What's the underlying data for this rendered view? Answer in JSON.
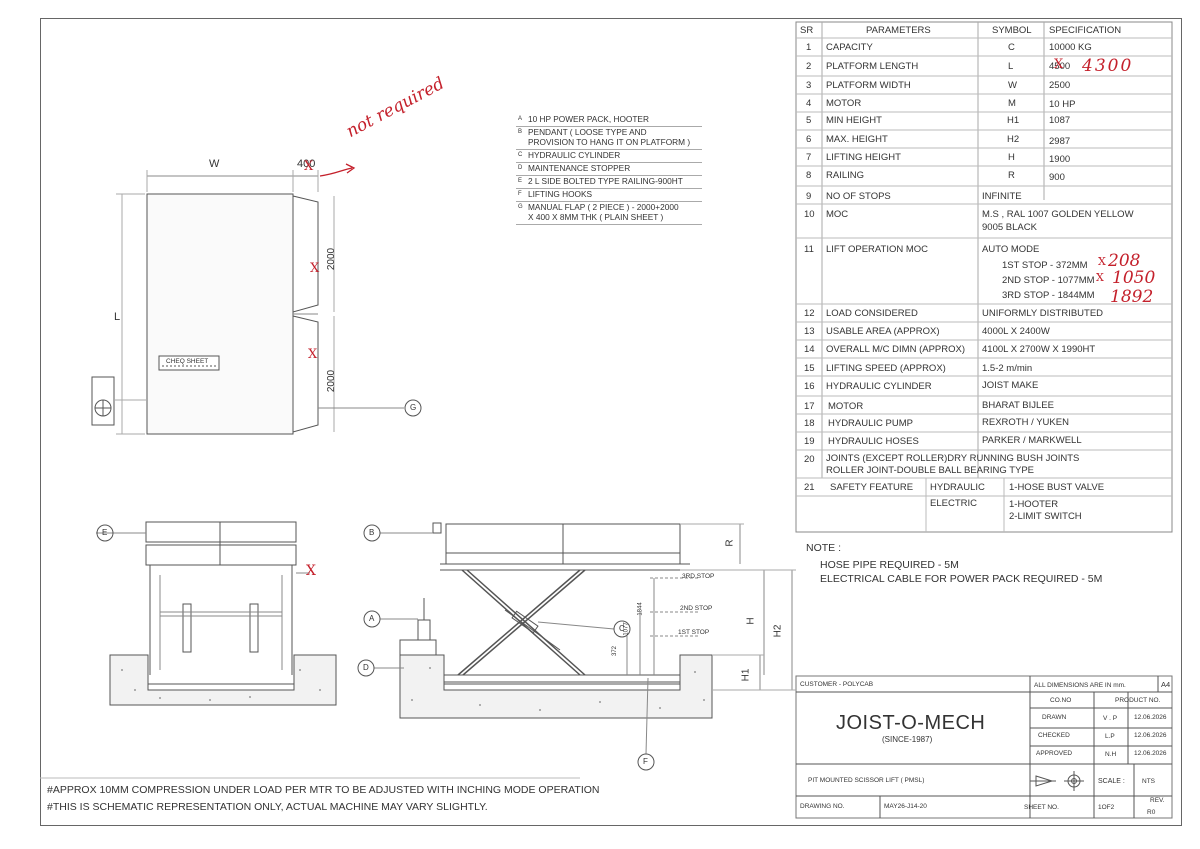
{
  "spec_table": {
    "headers": {
      "sr": "SR",
      "parameter": "PARAMETERS",
      "symbol": "SYMBOL",
      "spec": "SPECIFICATION"
    },
    "rows": [
      {
        "sr": "1",
        "param": "CAPACITY",
        "symbol": "C",
        "spec": "10000 KG"
      },
      {
        "sr": "2",
        "param": "PLATFORM LENGTH",
        "symbol": "L",
        "spec": "4500"
      },
      {
        "sr": "3",
        "param": "PLATFORM WIDTH",
        "symbol": "W",
        "spec": "2500"
      },
      {
        "sr": "4",
        "param": "MOTOR",
        "symbol": "M",
        "spec": "10 HP"
      },
      {
        "sr": "5",
        "param": "MIN HEIGHT",
        "symbol": "H1",
        "spec": "1087"
      },
      {
        "sr": "6",
        "param": "MAX. HEIGHT",
        "symbol": "H2",
        "spec": "2987"
      },
      {
        "sr": "7",
        "param": "LIFTING HEIGHT",
        "symbol": "H",
        "spec": "1900"
      },
      {
        "sr": "8",
        "param": "RAILING",
        "symbol": "R",
        "spec": "900"
      },
      {
        "sr": "9",
        "param": "NO OF STOPS",
        "symbol": "",
        "spec": "INFINITE"
      },
      {
        "sr": "10",
        "param": "MOC",
        "symbol": "",
        "spec": "M.S , RAL 1007 GOLDEN YELLOW",
        "spec2": "9005 BLACK"
      },
      {
        "sr": "11",
        "param": "LIFT OPERATION MOC",
        "symbol": "",
        "spec": "AUTO MODE",
        "stops": [
          "1ST STOP - 372MM",
          "2ND STOP - 1077MM",
          "3RD STOP - 1844MM"
        ]
      },
      {
        "sr": "12",
        "param": "LOAD CONSIDERED",
        "symbol": "",
        "spec": "UNIFORMLY DISTRIBUTED"
      },
      {
        "sr": "13",
        "param": "USABLE AREA (APPROX)",
        "symbol": "",
        "spec": "4000L X 2400W"
      },
      {
        "sr": "14",
        "param": "OVERALL M/C DIMN (APPROX)",
        "symbol": "",
        "spec": "4100L X 2700W X 1990HT"
      },
      {
        "sr": "15",
        "param": "LIFTING SPEED (APPROX)",
        "symbol": "",
        "spec": "1.5-2 m/min"
      },
      {
        "sr": "16",
        "param": "HYDRAULIC CYLINDER",
        "symbol": "",
        "spec": "JOIST MAKE"
      },
      {
        "sr": "17",
        "param": "MOTOR",
        "symbol": "",
        "spec": "BHARAT BIJLEE"
      },
      {
        "sr": "18",
        "param": "HYDRAULIC PUMP",
        "symbol": "",
        "spec": "REXROTH / YUKEN"
      },
      {
        "sr": "19",
        "param": "HYDRAULIC HOSES",
        "symbol": "",
        "spec": "PARKER / MARKWELL"
      },
      {
        "sr": "20",
        "param": "JOINTS (EXCEPT ROLLER)DRY RUNNING BUSH JOINTS",
        "param2": "ROLLER JOINT-DOUBLE BALL BEARING TYPE",
        "symbol": "",
        "spec": ""
      },
      {
        "sr": "21",
        "param": "SAFETY FEATURE",
        "sub1": "HYDRAULIC",
        "sub2": "ELECTRIC",
        "spec": "1-HOSE BUST VALVE",
        "spec2": "1-HOOTER",
        "spec3": "2-LIMIT SWITCH"
      }
    ]
  },
  "note": {
    "title": "NOTE :",
    "lines": [
      "HOSE PIPE REQUIRED - 5M",
      "ELECTRICAL CABLE FOR POWER PACK REQUIRED - 5M"
    ]
  },
  "callouts": [
    {
      "key": "A",
      "text": "10 HP POWER PACK, HOOTER"
    },
    {
      "key": "B",
      "text": "PENDANT ( LOOSE TYPE AND",
      "text2": "PROVISION TO HANG IT ON PLATFORM )"
    },
    {
      "key": "C",
      "text": "HYDRAULIC CYLINDER"
    },
    {
      "key": "D",
      "text": "MAINTENANCE STOPPER"
    },
    {
      "key": "E",
      "text": "2 L SIDE BOLTED TYPE RAILING-900HT"
    },
    {
      "key": "F",
      "text": "LIFTING HOOKS"
    },
    {
      "key": "G",
      "text": "MANUAL FLAP ( 2 PIECE ) - 2000+2000",
      "text2": "X 400 X 8MM THK  ( PLAIN SHEET )"
    }
  ],
  "drawing_labels": {
    "w": "W",
    "dim_400": "400",
    "l": "L",
    "dim_2000a": "2000",
    "dim_2000b": "2000",
    "cheq": "CHEQ SHEET",
    "bubble_g": "G",
    "bubble_e": "E",
    "bubble_b": "B",
    "bubble_a": "A",
    "bubble_c": "C",
    "bubble_d": "D",
    "bubble_f": "F",
    "r": "R",
    "h": "H",
    "h2": "H2",
    "h1": "H1",
    "stop3": "3RD STOP",
    "stop2": "2ND STOP",
    "stop1": "1ST STOP",
    "v1844": "1844",
    "v1077": "1077",
    "v372": "372"
  },
  "handwritten": {
    "not_required": "not required",
    "new_length": "4300",
    "stop1_new": "208",
    "stop2_new": "1050",
    "stop3_new": "1892",
    "cross": "X"
  },
  "bottom_notes": [
    "#APPROX 10MM COMPRESSION UNDER LOAD PER MTR TO BE ADJUSTED WITH INCHING MODE OPERATION",
    "#THIS IS SCHEMATIC REPRESENTATION ONLY, ACTUAL MACHINE MAY VARY SLIGHTLY."
  ],
  "title_block": {
    "customer": "CUSTOMER - POLYCAB",
    "all_dims": "ALL DIMENSIONS ARE IN mm.",
    "size": "A4",
    "co_no": "CO.NO",
    "product_no": "PRODUCT NO.",
    "company": "JOIST-O-MECH",
    "since": "(SINCE-1987)",
    "rows": [
      {
        "label": "DRAWN",
        "by": "V . P",
        "date": "12.06.2026"
      },
      {
        "label": "CHECKED",
        "by": "L.P",
        "date": "12.06.2026"
      },
      {
        "label": "APPROVED",
        "by": "N.H",
        "date": "12.06.2026"
      }
    ],
    "description": "PIT MOUNTED SCISSOR LIFT ( PMSL)",
    "scale_label": "SCALE :",
    "scale": "NTS",
    "drawing_no_label": "DRAWING NO.",
    "drawing_no": "MAY26-J14-20",
    "sheet_no_label": "SHEET NO.",
    "sheet_no": "1OF2",
    "rev_label": "REV.",
    "rev": "R0"
  }
}
